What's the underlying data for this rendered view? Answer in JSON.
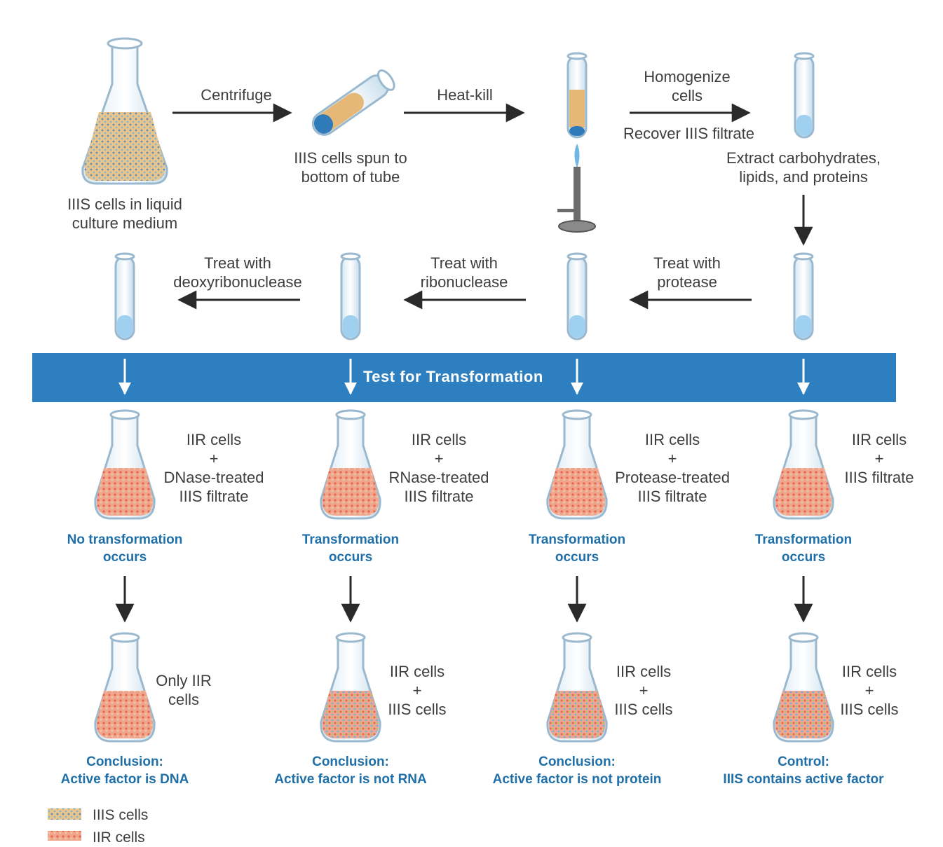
{
  "top": {
    "flask_label": [
      "IIIS cells in liquid",
      "culture medium"
    ],
    "step1": "Centrifuge",
    "tube_label": [
      "IIIS cells spun to",
      "bottom of tube"
    ],
    "step2": "Heat-kill",
    "step3_top": [
      "Homogenize",
      "cells"
    ],
    "step3_bottom": "Recover IIIS filtrate",
    "extract": [
      "Extract carbohydrates,",
      "lipids, and proteins"
    ]
  },
  "treatments": [
    {
      "line1": "Treat with",
      "line2": "deoxyribonuclease"
    },
    {
      "line1": "Treat with",
      "line2": "ribonuclease"
    },
    {
      "line1": "Treat with",
      "line2": "protease"
    }
  ],
  "band": {
    "label": "Test for Transformation",
    "color": "#2e7fbf"
  },
  "tests": [
    {
      "lines": [
        "IIR cells",
        "+",
        "DNase-treated",
        "IIIS filtrate"
      ],
      "result": [
        "No transformation",
        "occurs"
      ],
      "final": [
        "Only IIR",
        "cells"
      ],
      "conclusion": [
        "Conclusion:",
        "Active factor is DNA"
      ]
    },
    {
      "lines": [
        "IIR cells",
        "+",
        "RNase-treated",
        "IIIS filtrate"
      ],
      "result": [
        "Transformation",
        "occurs"
      ],
      "final": [
        "IIR cells",
        "+",
        "IIIS cells"
      ],
      "conclusion": [
        "Conclusion:",
        "Active factor is not RNA"
      ]
    },
    {
      "lines": [
        "IIR cells",
        "+",
        "Protease-treated",
        "IIIS filtrate"
      ],
      "result": [
        "Transformation",
        "occurs"
      ],
      "final": [
        "IIR cells",
        "+",
        "IIIS cells"
      ],
      "conclusion": [
        "Conclusion:",
        "Active factor is not protein"
      ]
    },
    {
      "lines": [
        "IIR cells",
        "+",
        "IIIS filtrate"
      ],
      "result": [
        "Transformation",
        "occurs"
      ],
      "final": [
        "IIR cells",
        "+",
        "IIIS cells"
      ],
      "conclusion": [
        "Control:",
        "IIIS contains active factor"
      ]
    }
  ],
  "legend": [
    {
      "label": "IIIS cells",
      "color": "#c9b27a"
    },
    {
      "label": "IIR cells",
      "color": "#e89a7e"
    }
  ],
  "colors": {
    "culture": "#e8c58c",
    "pellet": "#2f7ab8",
    "liquid": "#9fd0ef",
    "mixture": "#f0a58e",
    "arrow": "#2a2a2a"
  }
}
